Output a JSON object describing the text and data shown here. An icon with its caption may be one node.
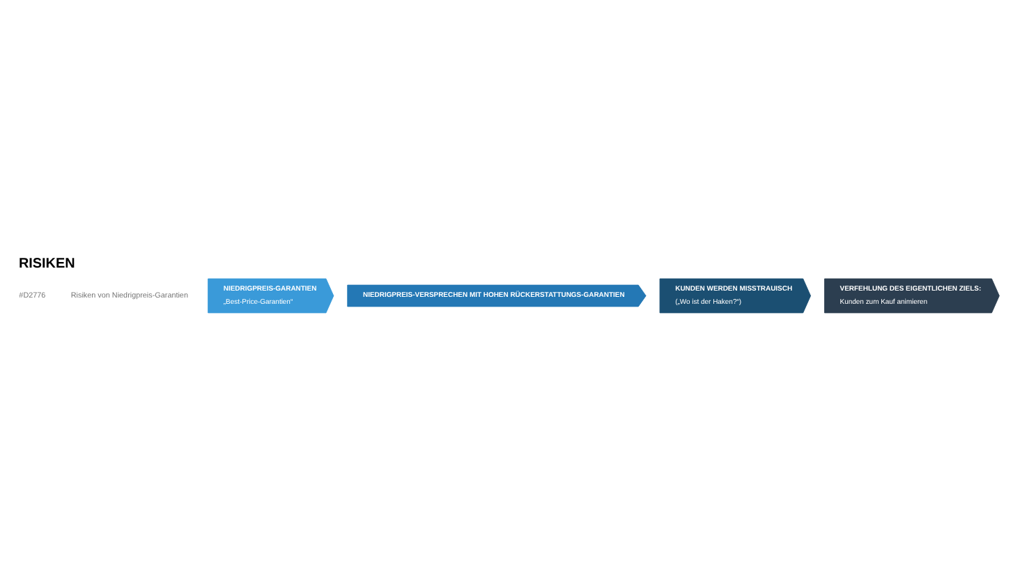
{
  "diagram": {
    "title": "RISIKEN",
    "nodes": [
      {
        "text": [
          "NIEDRIGPREIS-GARANTIEN",
          "„Best-Price-Garantien“"
        ]
      },
      {
        "text": [
          "NIEDRIGPREIS-VERSPRECHEN MIT HOHEN RÜCKERSTATTUNGS-GARANTIEN"
        ]
      },
      {
        "text": [
          "KUNDEN WERDEN MISSTRAUISCH",
          "(„Wo ist der Haken?“)"
        ]
      },
      {
        "text": [
          "VERFEHLUNG DES EIGENTLICHEN ZIELS:",
          "Kunden zum Kauf animieren"
        ]
      }
    ],
    "edges": [],
    "labels": [
      "#D2776",
      "Risiken von Niedrigpreis-Garantien"
    ]
  }
}
